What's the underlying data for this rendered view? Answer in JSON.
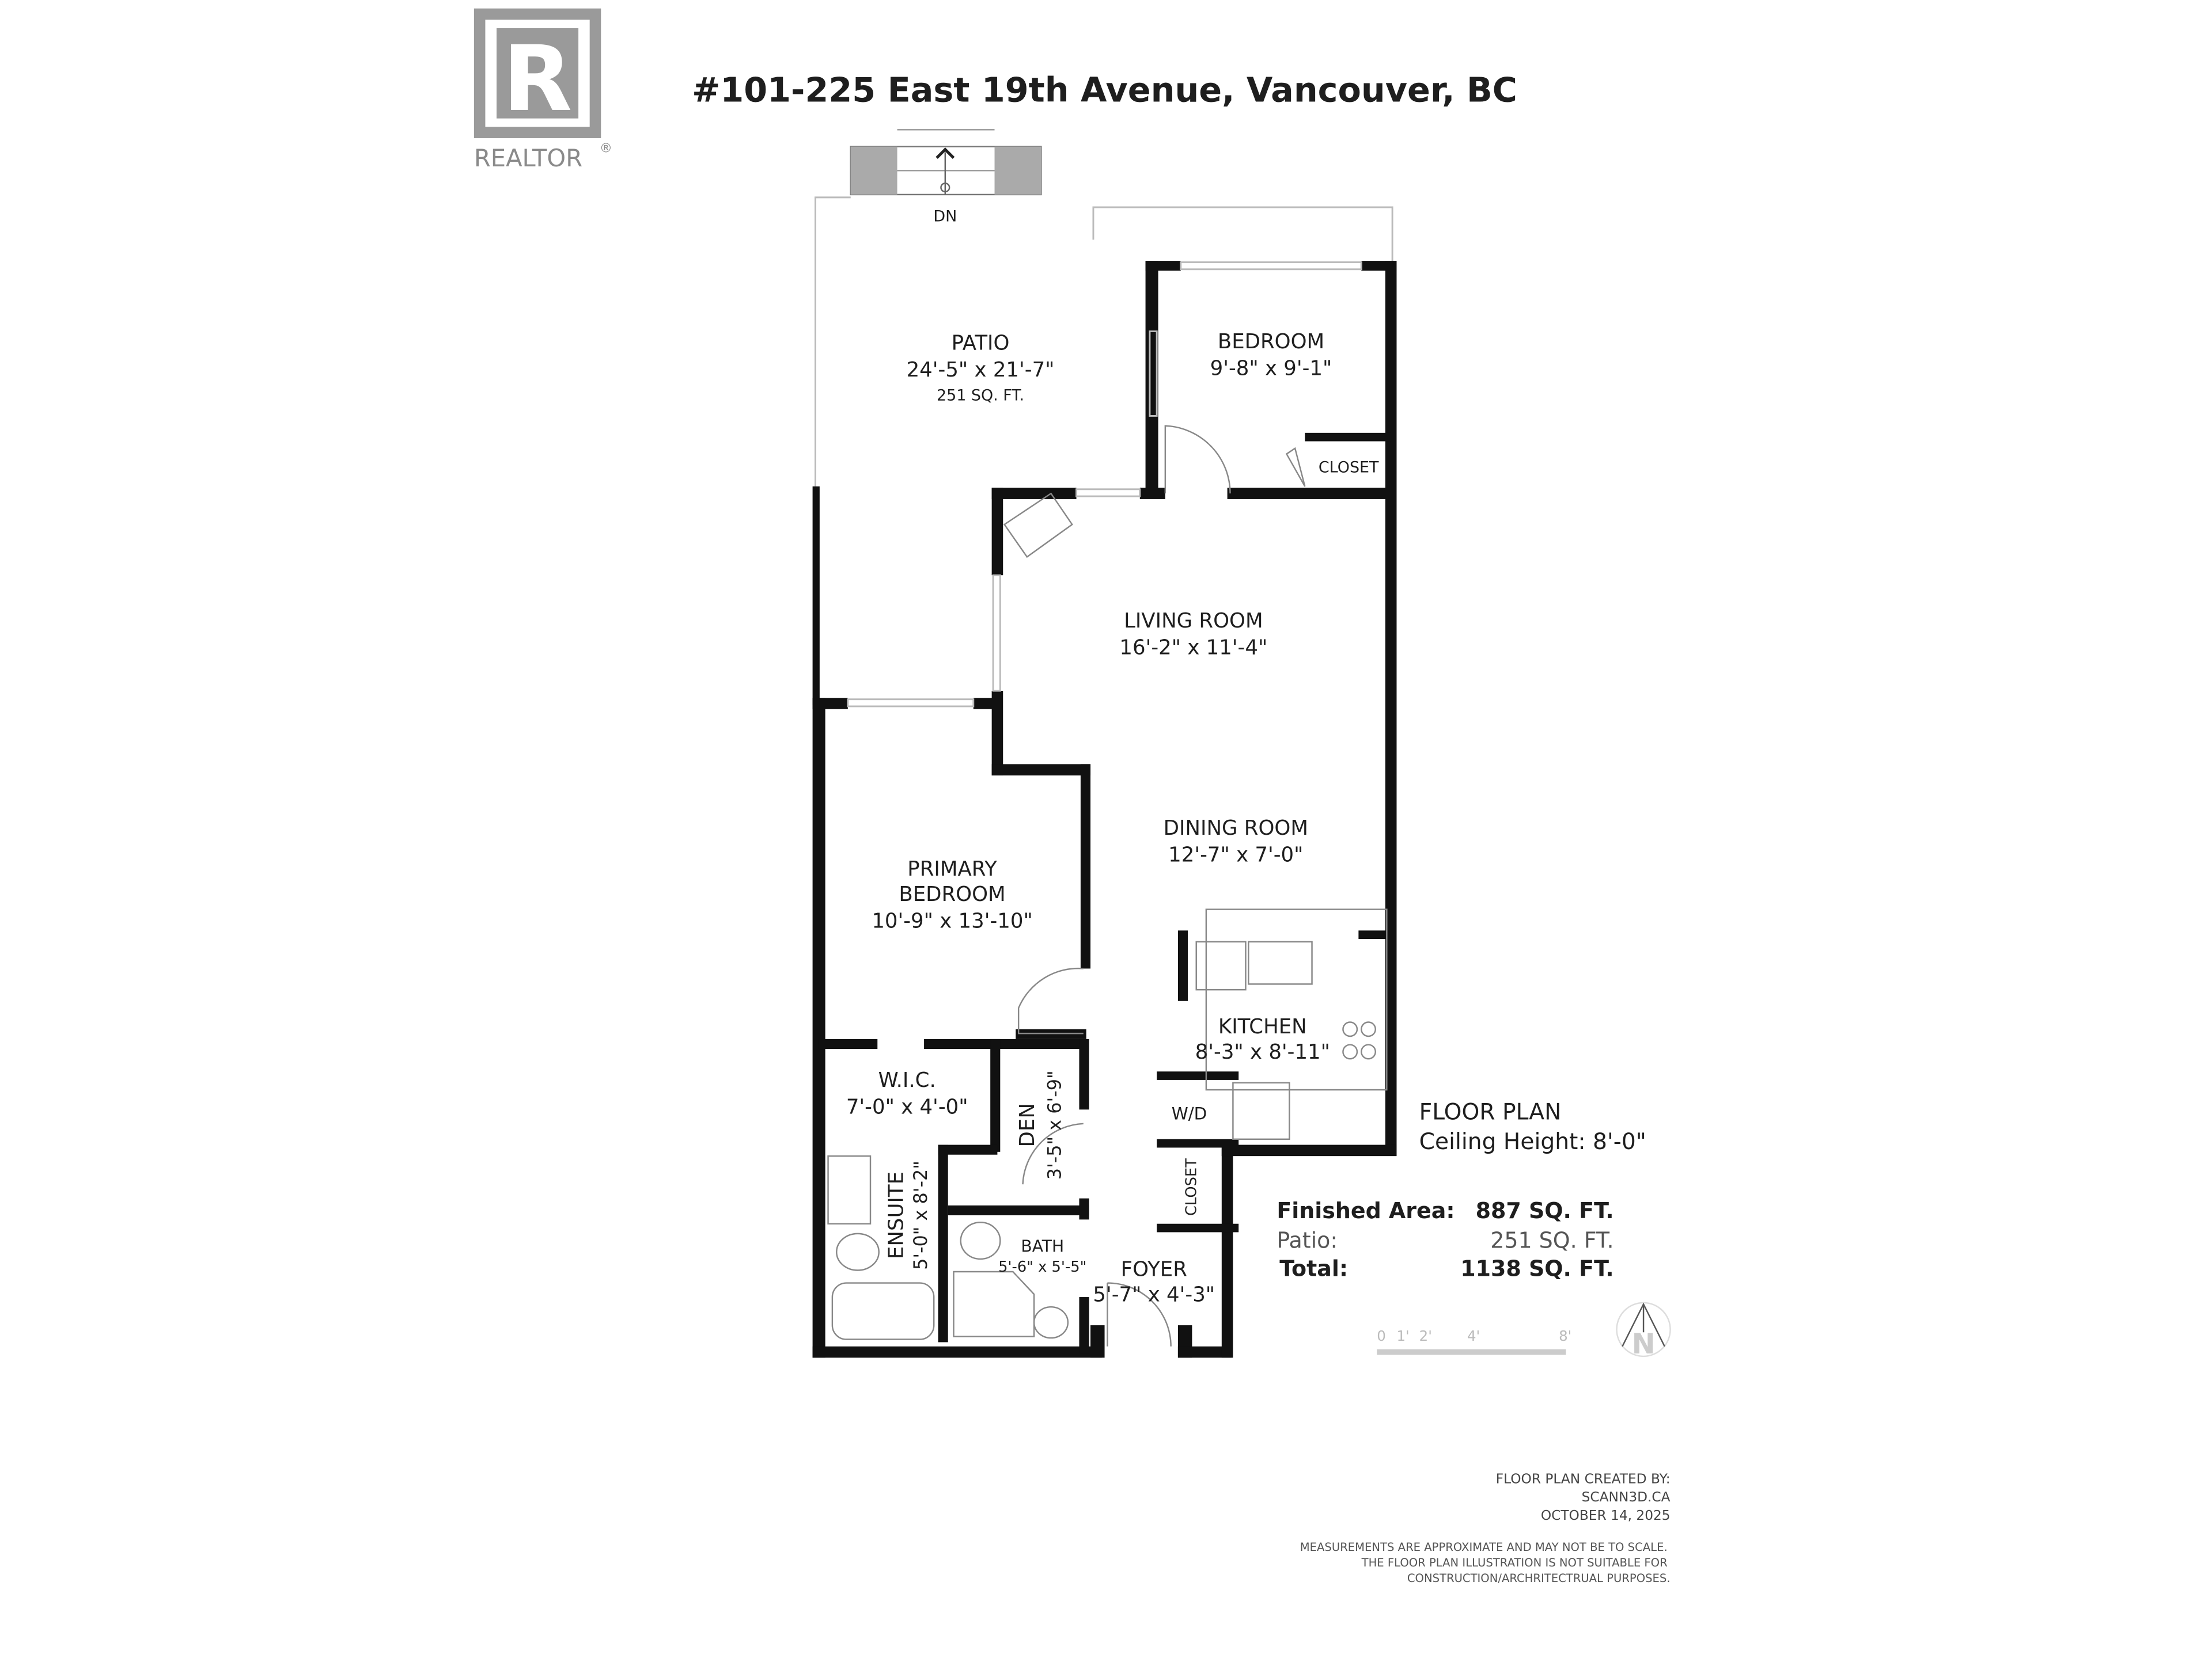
{
  "title": "#101-225 East 19th Avenue, Vancouver, BC",
  "logo": {
    "text": "REALTOR",
    "mark": "R",
    "registered": "®"
  },
  "stairs_label": "DN",
  "rooms": {
    "patio": {
      "name": "PATIO",
      "dims": "24'-5\" x 21'-7\"",
      "area": "251 SQ. FT."
    },
    "bedroom": {
      "name": "BEDROOM",
      "dims": "9'-8\" x 9'-1\""
    },
    "bedroom_closet": {
      "name": "CLOSET"
    },
    "living": {
      "name": "LIVING ROOM",
      "dims": "16'-2\" x 11'-4\""
    },
    "dining": {
      "name": "DINING ROOM",
      "dims": "12'-7\" x 7'-0\""
    },
    "primary": {
      "name_line1": "PRIMARY",
      "name_line2": "BEDROOM",
      "dims": "10'-9\" x 13'-10\""
    },
    "kitchen": {
      "name": "KITCHEN",
      "dims": "8'-3\" x 8'-11\""
    },
    "wic": {
      "name": "W.I.C.",
      "dims": "7'-0\" x 4'-0\""
    },
    "den": {
      "name": "DEN",
      "dims": "3'-5\" x 6'-9\""
    },
    "wd": {
      "name": "W/D"
    },
    "foyer_closet": {
      "name": "CLOSET"
    },
    "ensuite": {
      "name": "ENSUITE",
      "dims": "5'-0\" x 8'-2\""
    },
    "bath": {
      "name": "BATH",
      "dims": "5'-6\" x 5'-5\""
    },
    "foyer": {
      "name": "FOYER",
      "dims": "5'-7\" x 4'-3\""
    }
  },
  "info": {
    "heading": "FLOOR PLAN",
    "ceiling": "Ceiling Height: 8'-0\"",
    "finished_label": "Finished Area:",
    "finished_value": "887 SQ. FT.",
    "patio_label": "Patio:",
    "patio_value": "251 SQ. FT.",
    "total_label": "Total:",
    "total_value": "1138 SQ. FT."
  },
  "scale_bar": {
    "ticks": [
      "0",
      "1'",
      "2'",
      "4'",
      "8'"
    ]
  },
  "compass": {
    "letter": "N"
  },
  "credits": {
    "line1": "FLOOR PLAN CREATED BY:",
    "line2": "SCANN3D.CA",
    "line3": "OCTOBER 14, 2025"
  },
  "disclaimer": {
    "line1": "MEASUREMENTS ARE APPROXIMATE AND MAY NOT BE TO SCALE.",
    "line2": "THE FLOOR PLAN ILLUSTRATION IS NOT SUITABLE FOR",
    "line3": "CONSTRUCTION/ARCHRITECTRUAL PURPOSES."
  }
}
